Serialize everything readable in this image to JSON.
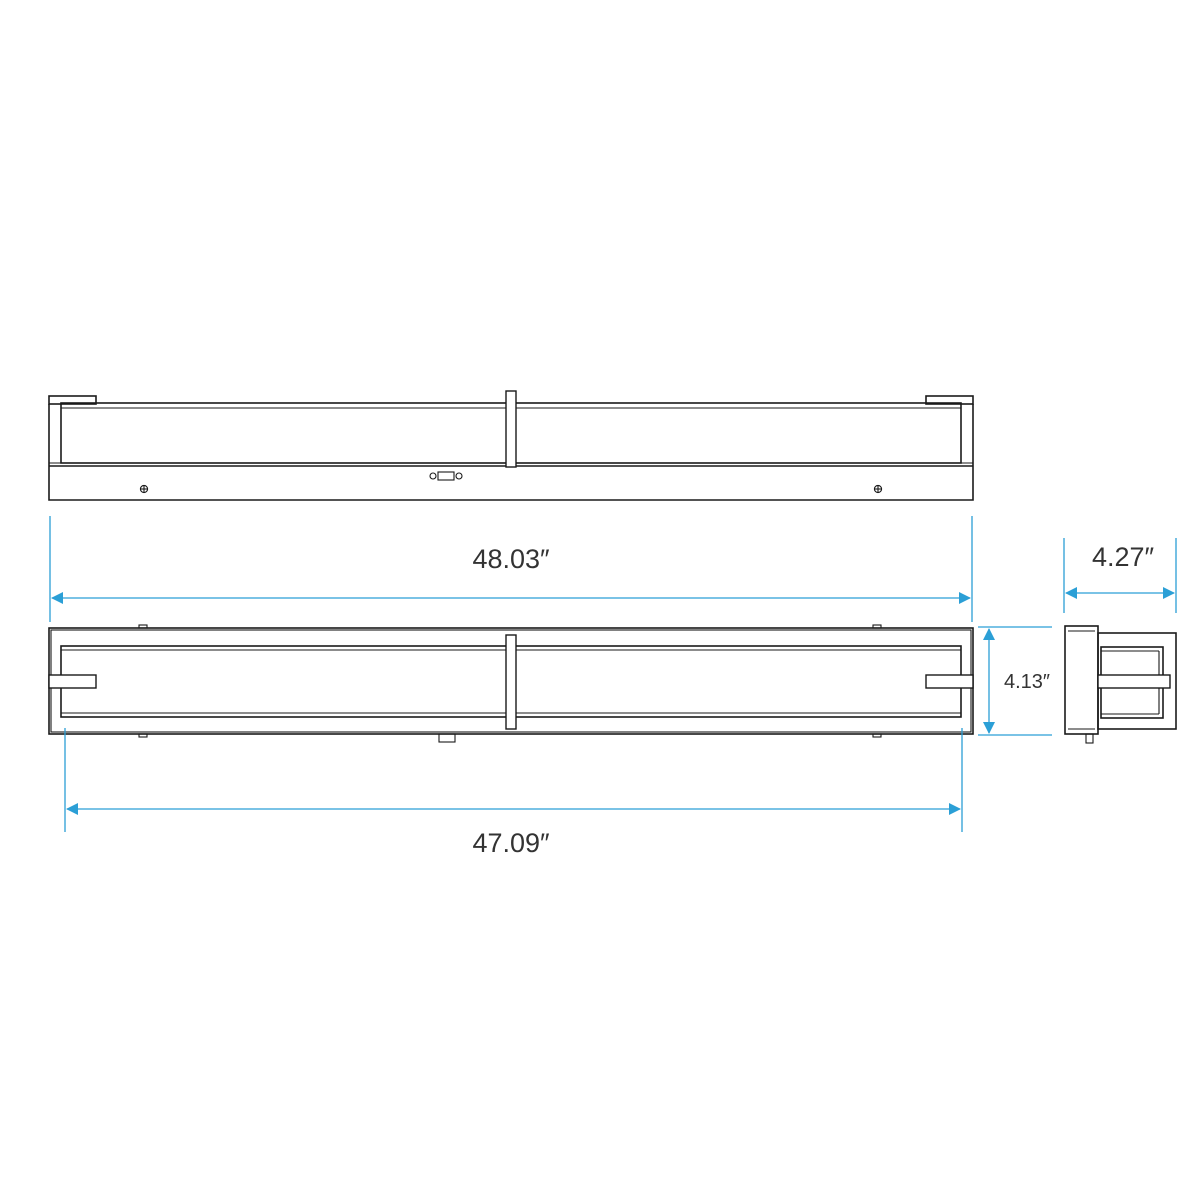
{
  "colors": {
    "dimension": "#2b9fd6",
    "outline": "#1a1a1a",
    "text": "#333333",
    "background": "#ffffff"
  },
  "dimensions": {
    "overall_length": "48.03″",
    "housing_length": "47.09″",
    "height": "4.13″",
    "depth": "4.27″"
  }
}
